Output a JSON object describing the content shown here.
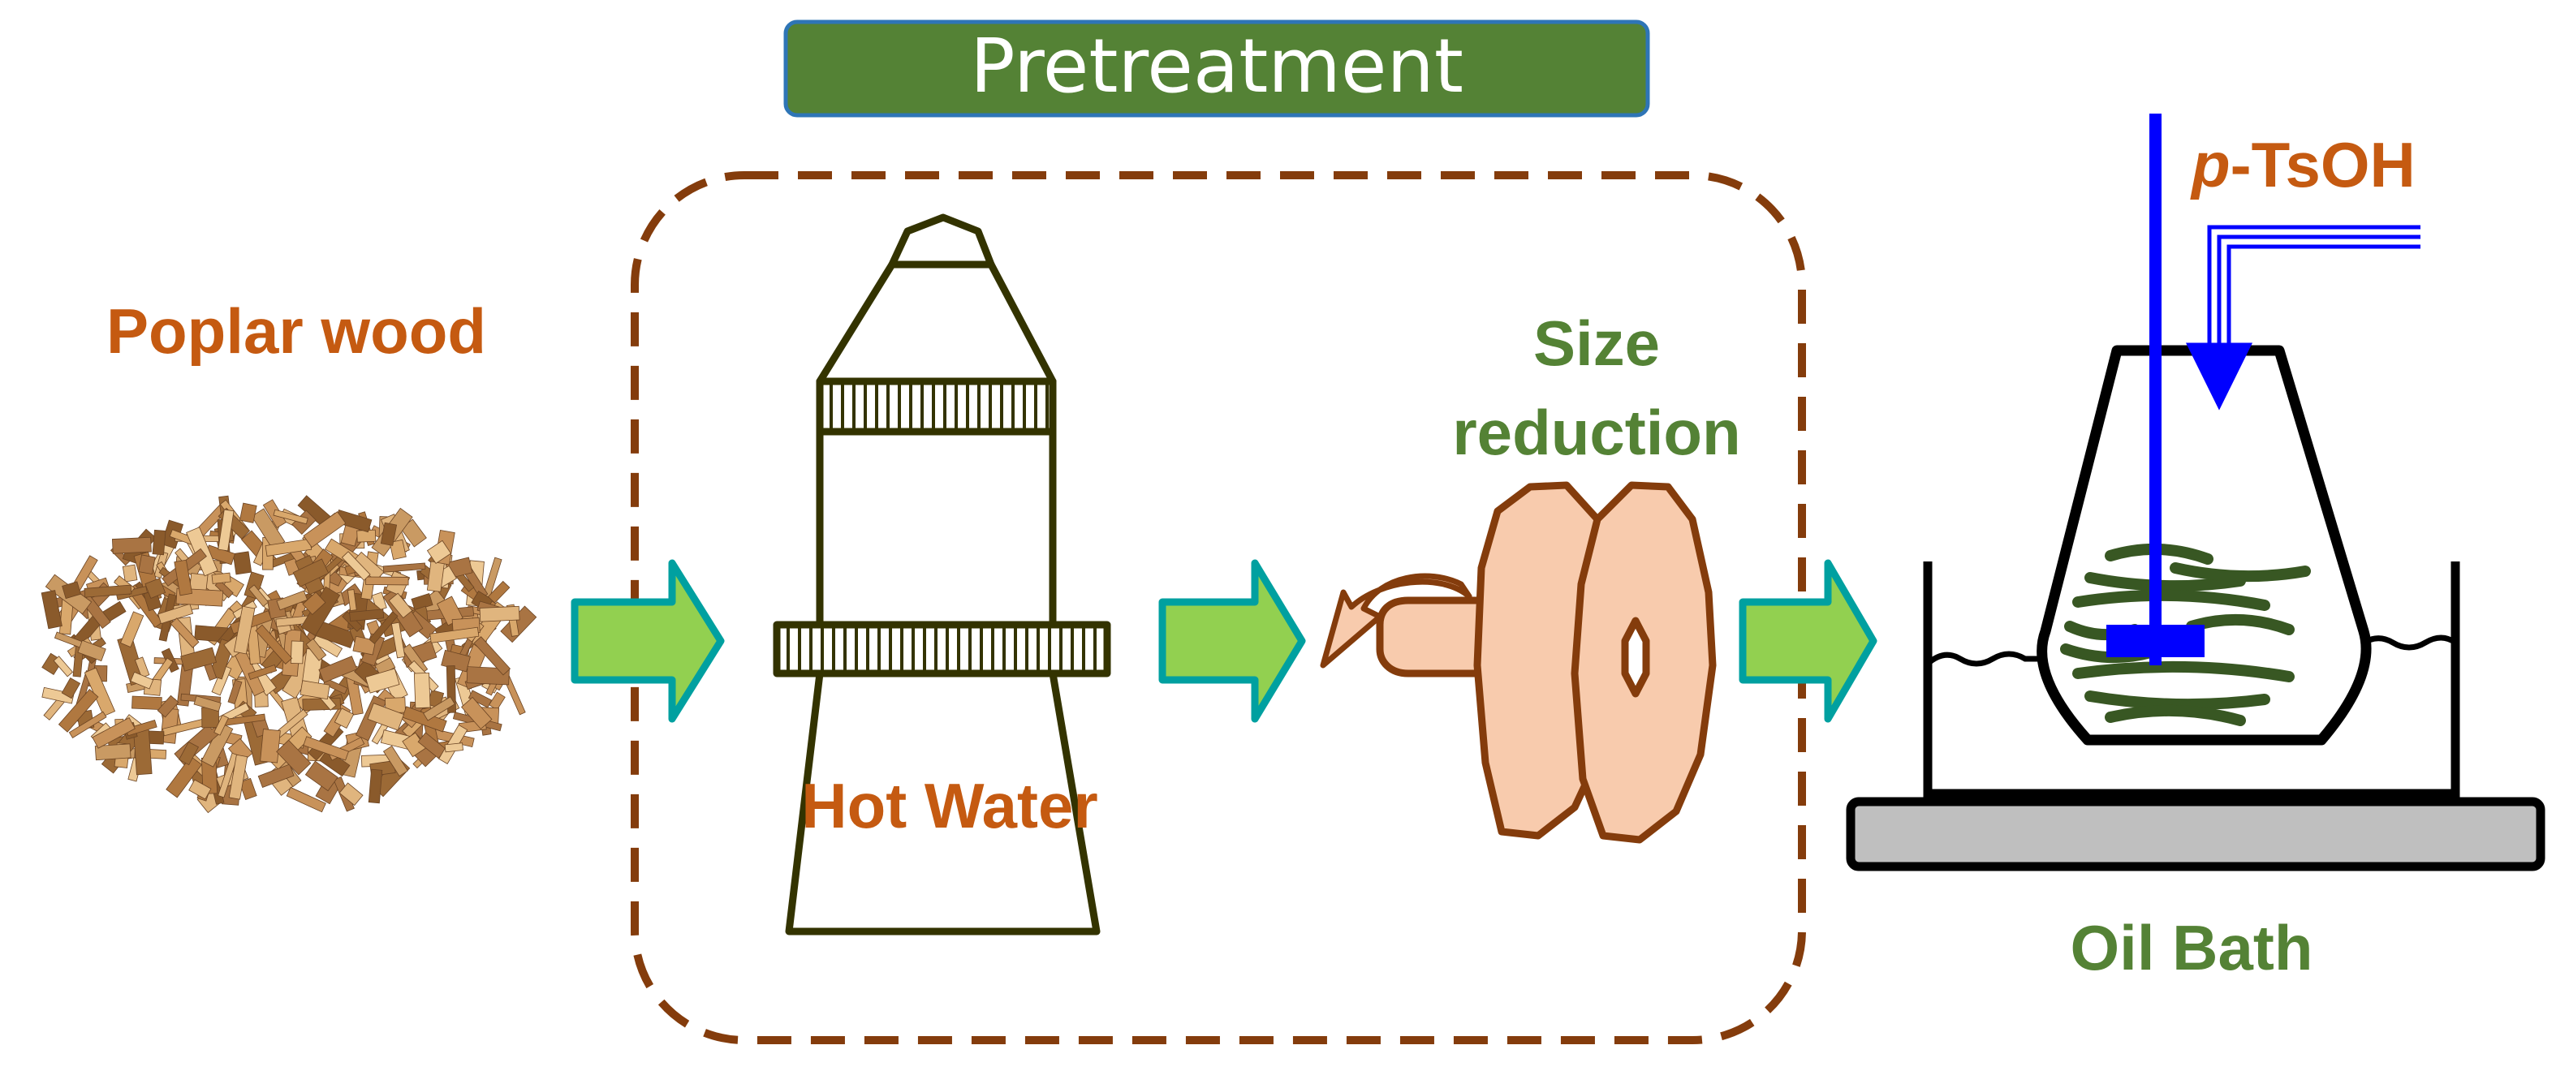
{
  "banner": {
    "label": "Pretreatment"
  },
  "labels": {
    "poplar_wood": "Poplar wood",
    "hot_water": "Hot Water",
    "size_reduction_line1": "Size",
    "size_reduction_line2": "reduction",
    "ptsoh_prefix": "p",
    "ptsoh_suffix": "-TsOH",
    "oil_bath": "Oil Bath"
  },
  "colors": {
    "banner_fill": "#548235",
    "banner_border": "#2e75b6",
    "orange_text": "#c55a11",
    "green_text": "#548235",
    "dashed_box": "#843c0c",
    "arrow_fill": "#92d050",
    "arrow_outline": "#00a0a0",
    "tower_stroke": "#333300",
    "disc_fill": "#f8cbad",
    "disc_stroke": "#843c0c",
    "stirrer_blue": "#0000ff",
    "biomass_green": "#385723",
    "hotplate_fill": "#bfbfbf"
  },
  "icons": [
    "wood-chips-pile-icon",
    "hot-water-tower-icon",
    "disc-mill-icon",
    "rotation-arrow-icon",
    "reaction-flask-icon",
    "stirrer-icon",
    "oil-bath-icon",
    "process-arrow-icon"
  ]
}
